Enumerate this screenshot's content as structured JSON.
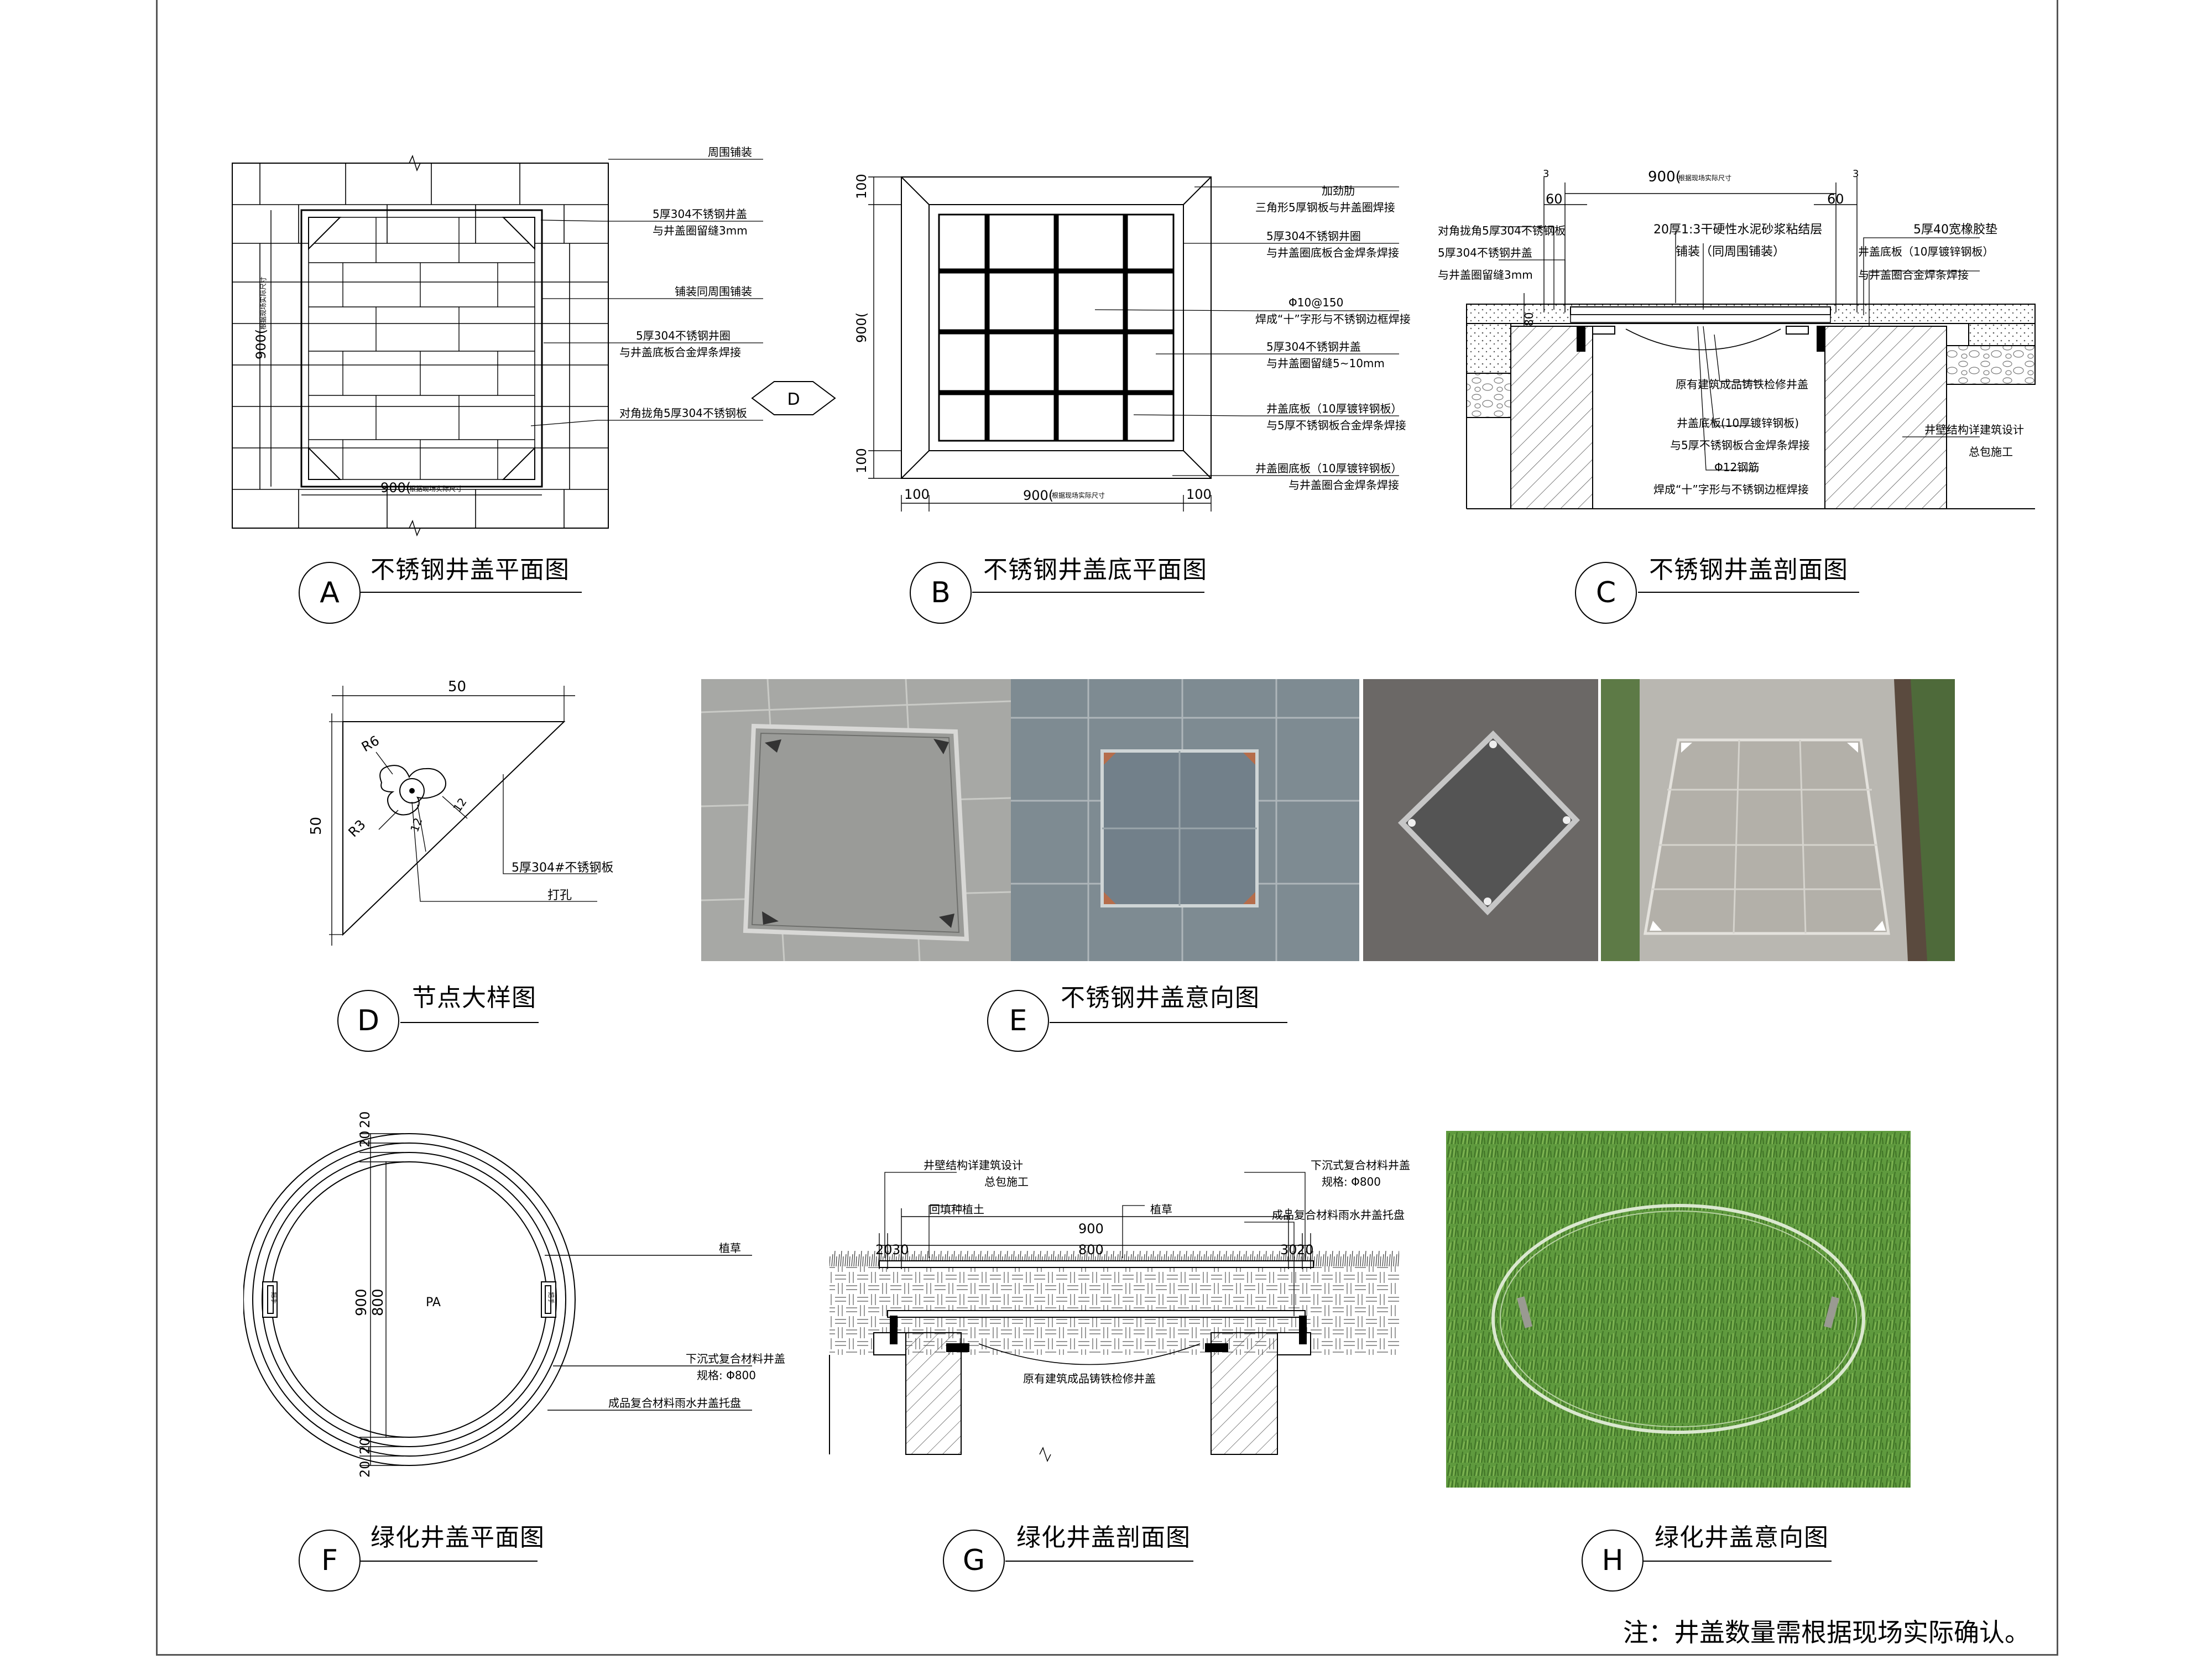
{
  "panels": {
    "A": {
      "bubble": "A",
      "title": "不锈钢井盖平面图",
      "callouts": [
        "周围铺装",
        "5厚304不锈钢井盖",
        "与井盖圈留缝3mm",
        "铺装同周围铺装",
        "5厚304不锈钢井圈",
        "与井盖底板合金焊条焊接",
        "对角拢角5厚304不锈钢板"
      ],
      "dim_w": "900(",
      "dim_h": "900(",
      "dim_note": "根据现场实际尺寸",
      "detail_ref": "D"
    },
    "B": {
      "bubble": "B",
      "title": "不锈钢井盖底平面图",
      "callouts": [
        "加劲肋",
        "三角形5厚钢板与井盖圈焊接",
        "5厚304不锈钢井圈",
        "与井盖圈底板合金焊条焊接",
        "Φ10@150",
        "焊成“十”字形与不锈钢边框焊接",
        "5厚304不锈钢井盖",
        "与井盖圈留缝5~10mm",
        "井盖底板（10厚镀锌钢板）",
        "与5厚不锈钢板合金焊条焊接",
        "井盖圈底板（10厚镀锌钢板）",
        "与井盖圈合金焊条焊接"
      ],
      "dim_top": "100",
      "dim_mid": "900(",
      "dim_bot": "100",
      "dim_note": "根据现场实际尺寸"
    },
    "C": {
      "bubble": "C",
      "title": "不锈钢井盖剖面图",
      "dims": [
        "3",
        "3",
        "900(",
        "60",
        "60",
        "80"
      ],
      "dim_note": "根据现场实际尺寸",
      "callouts_left": [
        "对角拢角5厚304不锈钢板",
        "5厚304不锈钢井盖",
        "与井盖圈留缝3mm"
      ],
      "callouts_mid": [
        "20厚1:3干硬性水泥砂浆粘结层",
        "铺装（同周围铺装）",
        "原有建筑成品铸铁检修井盖",
        "井盖底板(10厚镀锌钢板)",
        "与5厚不锈钢板合金焊条焊接",
        "Φ12钢筋",
        "焊成“十”字形与不锈钢边框焊接"
      ],
      "callouts_right": [
        "5厚40宽橡胶垫",
        "井盖底板（10厚镀锌钢板）",
        "与井盖圈合金焊条焊接",
        "井壁结构详建筑设计",
        "总包施工"
      ]
    },
    "D": {
      "bubble": "D",
      "title": "节点大样图",
      "dims": [
        "50",
        "50",
        "R6",
        "R3",
        "12",
        "12"
      ],
      "callouts": [
        "5厚304#不锈钢板",
        "打孔"
      ]
    },
    "E": {
      "bubble": "E",
      "title": "不锈钢井盖意向图"
    },
    "F": {
      "bubble": "F",
      "title": "绿化井盖平面图",
      "dims": [
        "20",
        "20",
        "900",
        "800",
        "20",
        "20"
      ],
      "center_label": "PA",
      "handle_label": "把手",
      "callouts": [
        "植草",
        "下沉式复合材料井盖",
        "规格: Φ800",
        "成品复合材料雨水井盖托盘"
      ]
    },
    "G": {
      "bubble": "G",
      "title": "绿化井盖剖面图",
      "dims": [
        "900",
        "800",
        "20",
        "30",
        "30",
        "20"
      ],
      "callouts": [
        "井壁结构详建筑设计",
        "总包施工",
        "回填种植土",
        "植草",
        "下沉式复合材料井盖",
        "规格: Φ800",
        "成品复合材料雨水井盖托盘",
        "原有建筑成品铸铁检修井盖"
      ]
    },
    "H": {
      "bubble": "H",
      "title": "绿化井盖意向图"
    }
  },
  "note": "注：井盖数量需根据现场实际确认。",
  "colors": {
    "line": "#000000",
    "hatch": "#444444",
    "gravel": "#777777",
    "grass": "#5f9a3e",
    "stone_grey": "#8f9597"
  }
}
